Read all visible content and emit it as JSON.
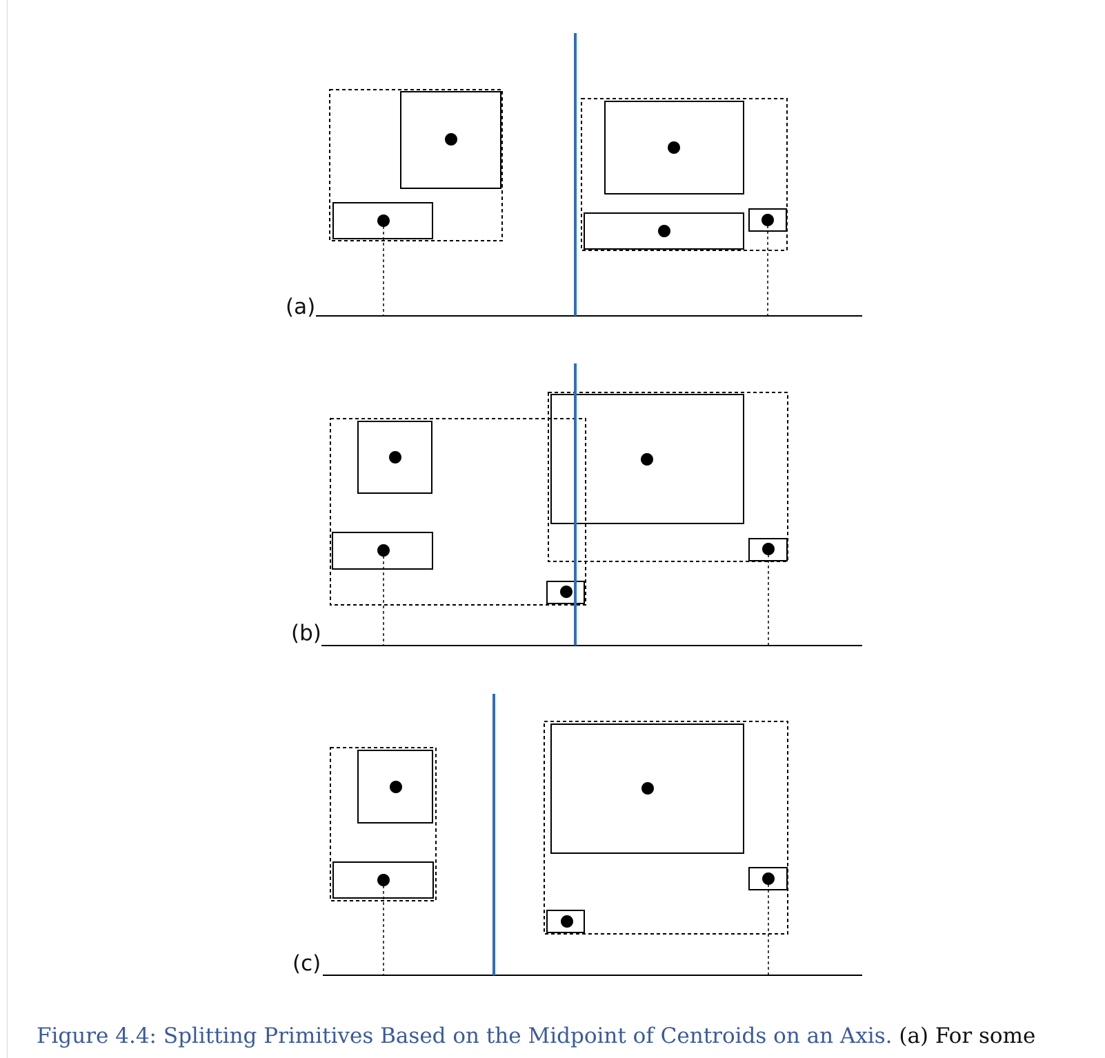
{
  "panels": [
    {
      "label": "(a)"
    },
    {
      "label": "(b)"
    },
    {
      "label": "(c)"
    }
  ],
  "caption": {
    "title": "Figure 4.4: Splitting Primitives Based on the Midpoint of Centroids on an Axis.",
    "body": "(a) For some"
  },
  "colors": {
    "split_line": "#2f6ebd",
    "ink": "#000000",
    "caption_title": "#3a5a9e"
  }
}
